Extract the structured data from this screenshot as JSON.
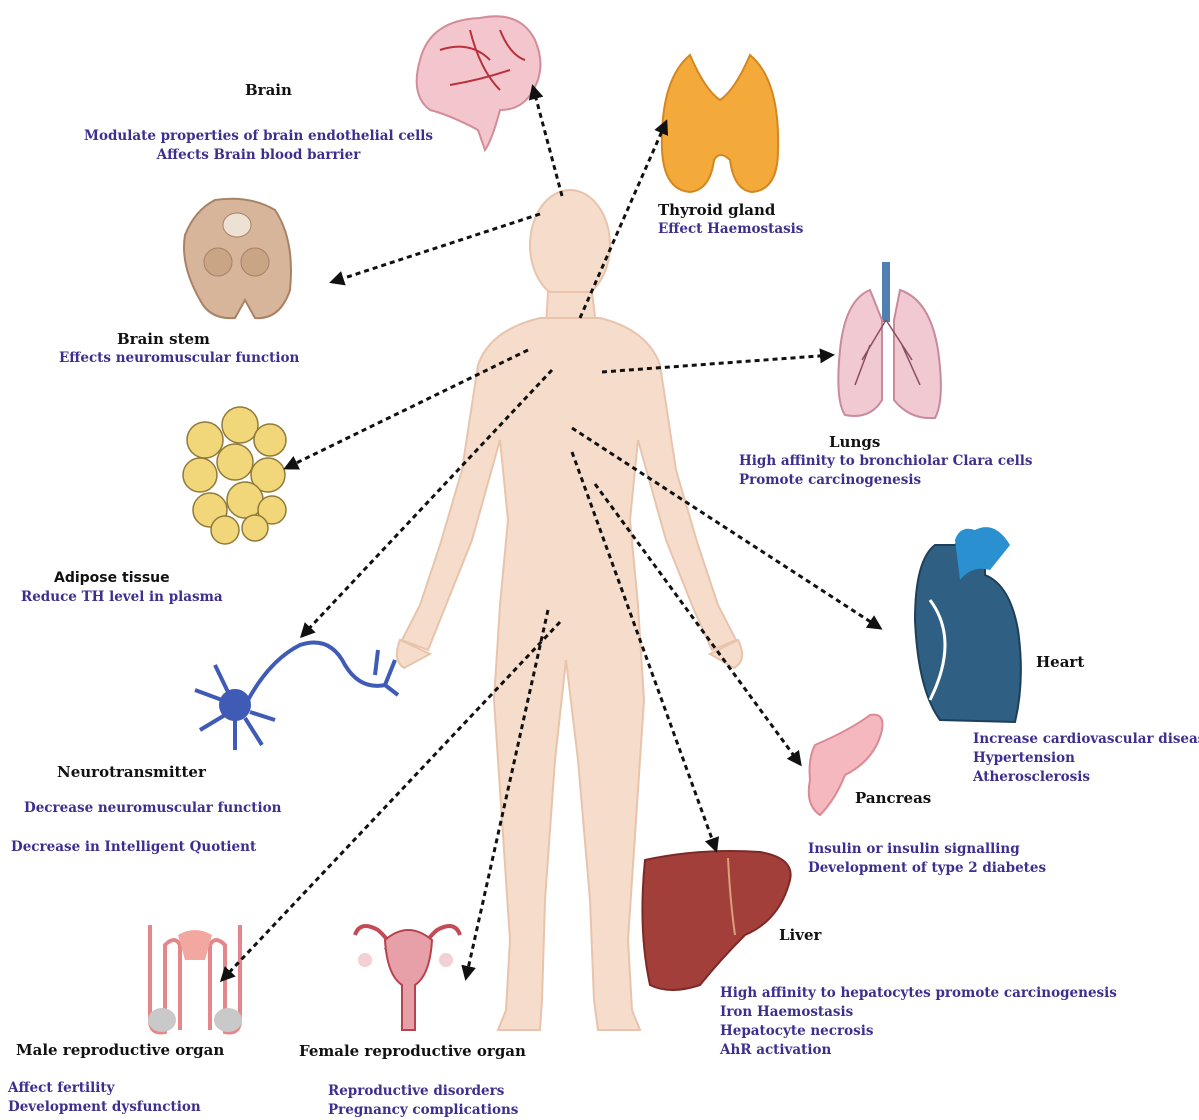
{
  "organs": {
    "brain": {
      "label": "Brain",
      "effects": [
        "Modulate properties of brain endothelial cells",
        "Affects Brain blood barrier"
      ]
    },
    "thyroid": {
      "label": "Thyroid gland",
      "effects": [
        "Effect Haemostasis"
      ]
    },
    "brain_stem": {
      "label": "Brain stem",
      "effects": [
        "Effects neuromuscular function"
      ]
    },
    "lungs": {
      "label": "Lungs",
      "effects": [
        "High affinity to bronchiolar Clara cells",
        "Promote carcinogenesis"
      ]
    },
    "adipose": {
      "label": "Adipose tissue",
      "effects": [
        "Reduce TH level in plasma"
      ]
    },
    "heart": {
      "label": "Heart",
      "effects": [
        "Increase cardiovascular disease",
        "Hypertension",
        "Atherosclerosis"
      ]
    },
    "neuro": {
      "label": "Neurotransmitter",
      "effects": [
        "Decrease neuromuscular function",
        "Decrease in Intelligent Quotient"
      ]
    },
    "pancreas": {
      "label": "Pancreas",
      "effects": [
        "Insulin or insulin signalling",
        "Development of type 2 diabetes"
      ]
    },
    "liver": {
      "label": "Liver",
      "effects": [
        "High affinity to hepatocytes promote carcinogenesis",
        "Iron Haemostasis",
        "Hepatocyte necrosis",
        "AhR activation"
      ]
    },
    "male": {
      "label": "Male reproductive organ",
      "effects": [
        "Affect fertility",
        "Development dysfunction"
      ]
    },
    "female": {
      "label": "Female reproductive organ",
      "effects": [
        "Reproductive disorders",
        "Pregnancy complications"
      ]
    }
  },
  "colors": {
    "effect_text": "#3e2f8e",
    "skin": "#f6dccb",
    "arrow": "#111111"
  }
}
